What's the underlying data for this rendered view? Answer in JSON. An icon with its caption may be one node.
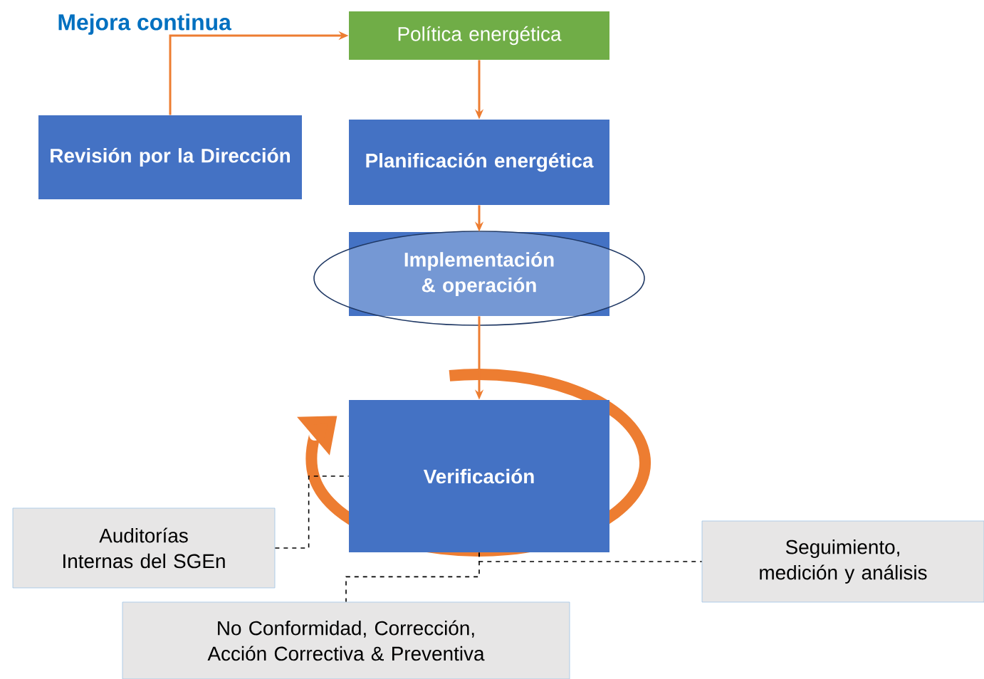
{
  "diagram": {
    "nodes": [
      {
        "text": [
          "Política energética"
        ]
      },
      {
        "text": [
          "Revisión por la Dirección"
        ]
      },
      {
        "text": [
          "Planificación energética"
        ]
      },
      {
        "text": [
          "Implementación & operación"
        ]
      },
      {
        "text": [
          "Verificación"
        ]
      },
      {
        "text": [
          "Auditorías Internas del SGEn"
        ]
      },
      {
        "text": [
          "Seguimiento, medición y análisis"
        ]
      },
      {
        "text": [
          "No Conformidad, Corrección, Acción Correctiva & Preventiva"
        ]
      }
    ],
    "edges": [
      {
        "from": 1,
        "to": 0,
        "arrow": "to"
      },
      {
        "from": 0,
        "to": 2,
        "arrow": "to"
      },
      {
        "from": 2,
        "to": 3,
        "arrow": "to"
      },
      {
        "from": 3,
        "to": 4,
        "arrow": "to"
      },
      {
        "from": 5,
        "to": 4,
        "arrow": "none",
        "style": "dashed",
        "color": "#000000"
      },
      {
        "from": 4,
        "to": 6,
        "arrow": "none",
        "style": "dashed",
        "color": "#000000"
      },
      {
        "from": 4,
        "to": 7,
        "arrow": "none",
        "style": "dashed",
        "color": "#000000"
      }
    ],
    "labels": [
      "Mejora continua"
    ]
  }
}
